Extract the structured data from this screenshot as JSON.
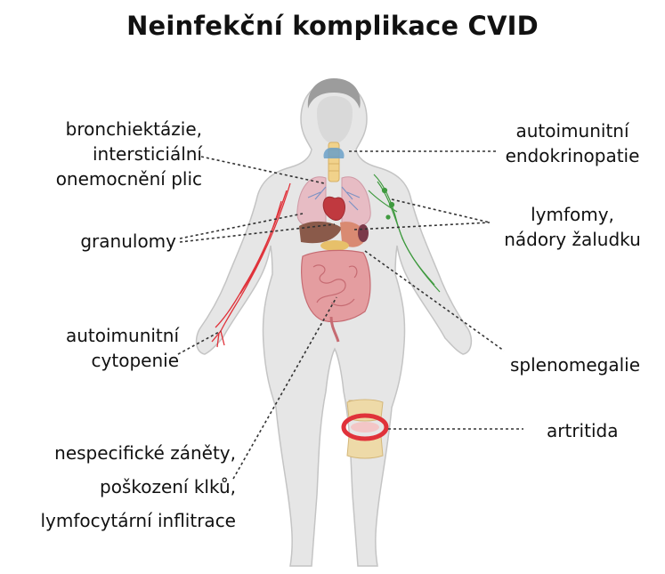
{
  "title": "Neinfekční komplikace CVID",
  "labels": {
    "bronchiectasis": [
      "bronchiektázie,",
      "intersticiální",
      "onemocnění plic"
    ],
    "granuloma": [
      "granulomy"
    ],
    "cytopenia": [
      "autoimunitní",
      "cytopenie"
    ],
    "gut": [
      "nespecifické záněty,",
      "poškození klků,",
      "lymfocytární inflitrace"
    ],
    "endocrinopathy": [
      "autoimunitní",
      "endokrinopatie"
    ],
    "lymphoma": [
      "lymfomy,",
      "nádory žaludku"
    ],
    "splenomegaly": [
      "splenomegalie"
    ],
    "arthritis": [
      "artritida"
    ]
  },
  "colors": {
    "skin": "#e6e6e6",
    "skin_outline": "#c4c4c4",
    "lung": "#e7bcc4",
    "intestine": "#e49da0",
    "vessel": "#e0323a",
    "lymph": "#3f9a3f",
    "joint_bone": "#eedaa8",
    "leader_line": "#333333"
  }
}
